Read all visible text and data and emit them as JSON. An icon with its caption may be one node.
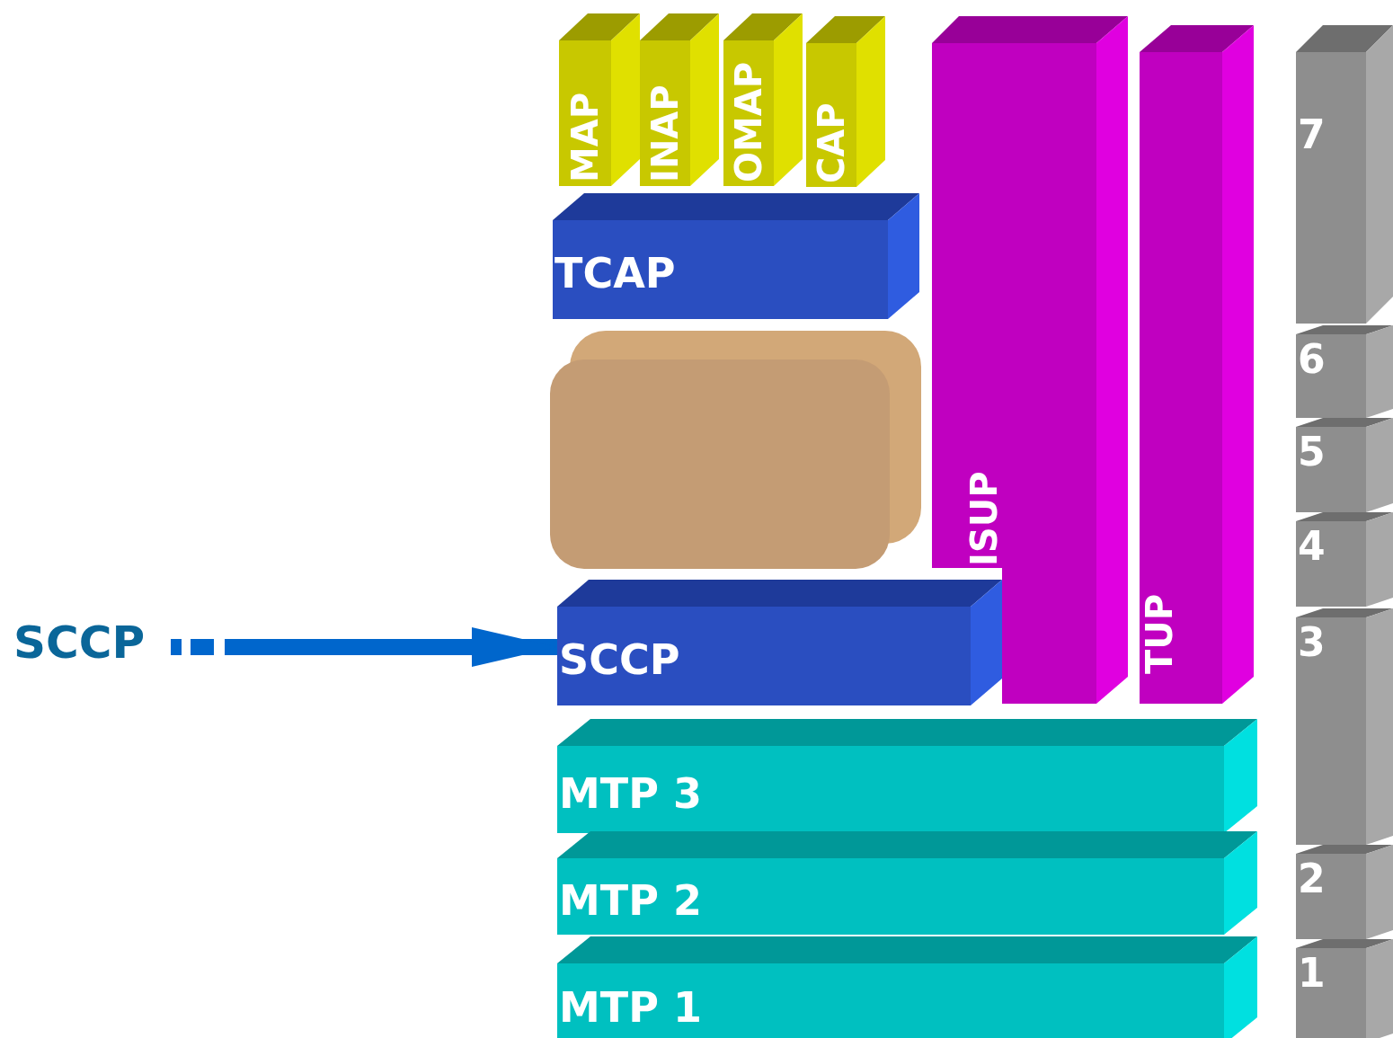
{
  "diagram": {
    "nodes": [
      {
        "text": [
          "MAP"
        ]
      },
      {
        "text": [
          "INAP"
        ]
      },
      {
        "text": [
          "OMAP"
        ]
      },
      {
        "text": [
          "CAP"
        ]
      },
      {
        "text": [
          "TCAP"
        ]
      },
      {
        "text": [],
        "shape": "box"
      },
      {
        "text": [
          "ISUP"
        ]
      },
      {
        "text": [
          "TUP"
        ]
      },
      {
        "text": [
          "SCCP"
        ]
      },
      {
        "text": [
          "SCCP"
        ]
      },
      {
        "text": [
          "MTP 3"
        ]
      },
      {
        "text": [
          "MTP 2"
        ]
      },
      {
        "text": [
          "MTP 1"
        ]
      },
      {
        "text": [
          "7"
        ]
      },
      {
        "text": [
          "6"
        ]
      },
      {
        "text": [
          "5"
        ]
      },
      {
        "text": [
          "4"
        ]
      },
      {
        "text": [
          "3"
        ]
      },
      {
        "text": [
          "2"
        ]
      },
      {
        "text": [
          "1"
        ]
      }
    ],
    "edges": [
      {
        "from": 8,
        "to": 9,
        "arrow": "to",
        "color": "#0066cc"
      }
    ]
  }
}
